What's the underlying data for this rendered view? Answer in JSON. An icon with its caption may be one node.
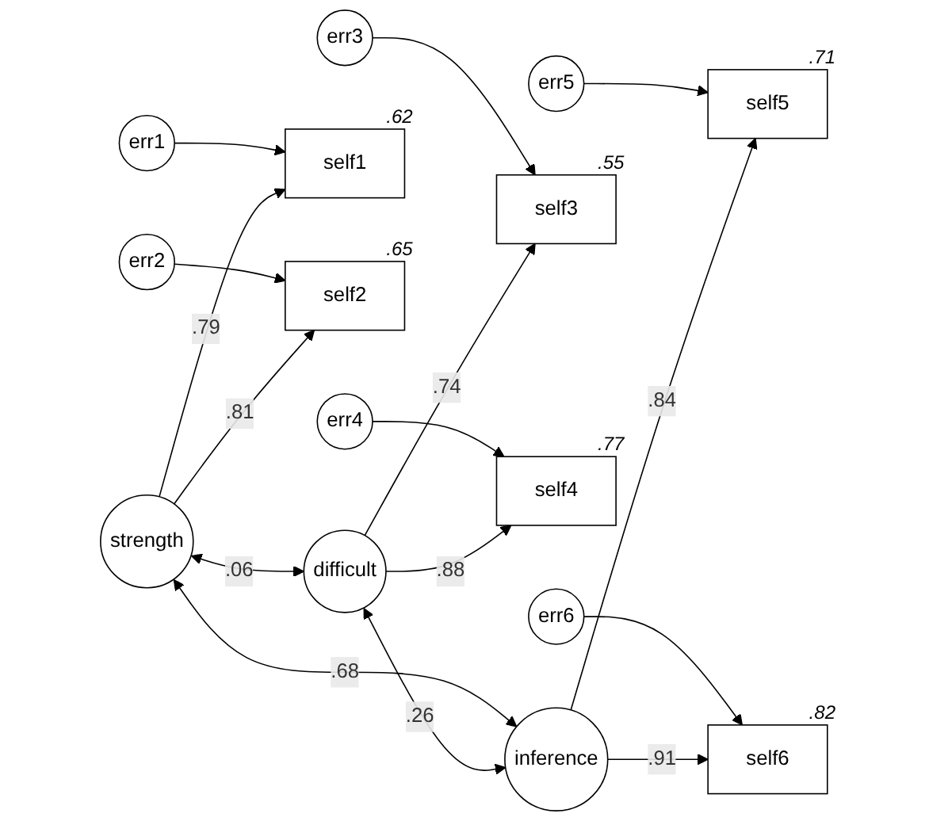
{
  "diagram": {
    "nodes": [
      {
        "text": [
          "strength"
        ]
      },
      {
        "text": [
          "difficult"
        ]
      },
      {
        "text": [
          "inference"
        ]
      },
      {
        "text": [
          "self1"
        ],
        "beside": [
          ".62"
        ]
      },
      {
        "text": [
          "self2"
        ],
        "beside": [
          ".65"
        ]
      },
      {
        "text": [
          "self3"
        ],
        "beside": [
          ".55"
        ]
      },
      {
        "text": [
          "self4"
        ],
        "beside": [
          ".77"
        ]
      },
      {
        "text": [
          "self5"
        ],
        "beside": [
          ".71"
        ]
      },
      {
        "text": [
          "self6"
        ],
        "beside": [
          ".82"
        ]
      },
      {
        "text": [
          "err1"
        ]
      },
      {
        "text": [
          "err2"
        ]
      },
      {
        "text": [
          "err3"
        ]
      },
      {
        "text": [
          "err4"
        ]
      },
      {
        "text": [
          "err5"
        ]
      },
      {
        "text": [
          "err6"
        ]
      }
    ],
    "edges": [
      {
        "from": 0,
        "to": 3,
        "arrow": "to",
        "label": ".79"
      },
      {
        "from": 0,
        "to": 4,
        "arrow": "to",
        "label": ".81"
      },
      {
        "from": 1,
        "to": 5,
        "arrow": "to",
        "label": ".74"
      },
      {
        "from": 1,
        "to": 6,
        "arrow": "to",
        "label": ".88"
      },
      {
        "from": 2,
        "to": 7,
        "arrow": "to",
        "label": ".84"
      },
      {
        "from": 2,
        "to": 8,
        "arrow": "to",
        "label": ".91"
      },
      {
        "from": 9,
        "to": 3,
        "arrow": "to"
      },
      {
        "from": 10,
        "to": 4,
        "arrow": "to"
      },
      {
        "from": 11,
        "to": 5,
        "arrow": "to"
      },
      {
        "from": 12,
        "to": 6,
        "arrow": "to"
      },
      {
        "from": 13,
        "to": 7,
        "arrow": "to"
      },
      {
        "from": 14,
        "to": 8,
        "arrow": "to"
      },
      {
        "from": 0,
        "to": 1,
        "arrow": "both",
        "label": ".06"
      },
      {
        "from": 1,
        "to": 2,
        "arrow": "both",
        "label": ".26"
      },
      {
        "from": 0,
        "to": 2,
        "arrow": "both",
        "label": ".68"
      }
    ]
  }
}
